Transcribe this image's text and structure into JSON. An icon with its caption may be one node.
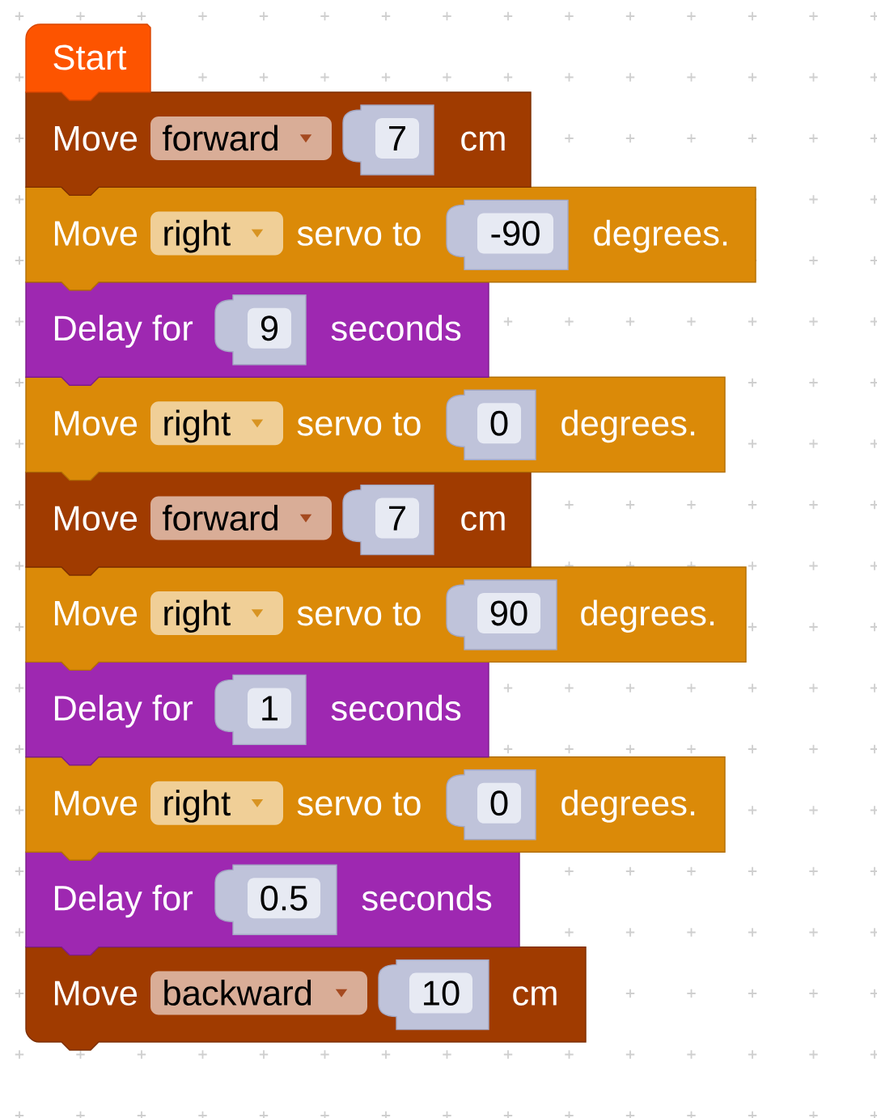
{
  "diagram": {
    "nodes": [
      {
        "text": [
          "Start"
        ]
      },
      {
        "text": [
          "Move",
          "cm"
        ]
      },
      {
        "text": [
          "forward"
        ],
        "in": 1
      },
      {
        "text": [
          "7"
        ],
        "in": 1
      },
      {
        "text": [
          "Move",
          "servo to",
          "degrees."
        ]
      },
      {
        "text": [
          "right"
        ],
        "in": 4
      },
      {
        "text": [
          "-90"
        ],
        "in": 4
      },
      {
        "text": [
          "Delay for",
          "seconds"
        ]
      },
      {
        "text": [
          "9"
        ],
        "in": 7
      },
      {
        "text": [
          "Move",
          "servo to",
          "degrees."
        ]
      },
      {
        "text": [
          "right"
        ],
        "in": 9
      },
      {
        "text": [
          "0"
        ],
        "in": 9
      },
      {
        "text": [
          "Move",
          "cm"
        ]
      },
      {
        "text": [
          "forward"
        ],
        "in": 12
      },
      {
        "text": [
          "7"
        ],
        "in": 12
      },
      {
        "text": [
          "Move",
          "servo to",
          "degrees."
        ]
      },
      {
        "text": [
          "right"
        ],
        "in": 15
      },
      {
        "text": [
          "90"
        ],
        "in": 15
      },
      {
        "text": [
          "Delay for",
          "seconds"
        ]
      },
      {
        "text": [
          "1"
        ],
        "in": 18
      },
      {
        "text": [
          "Move",
          "servo to",
          "degrees."
        ]
      },
      {
        "text": [
          "right"
        ],
        "in": 20
      },
      {
        "text": [
          "0"
        ],
        "in": 20
      },
      {
        "text": [
          "Delay for",
          "seconds"
        ]
      },
      {
        "text": [
          "0.5"
        ],
        "in": 23
      },
      {
        "text": [
          "Move",
          "cm"
        ]
      },
      {
        "text": [
          "backward"
        ],
        "in": 25
      },
      {
        "text": [
          "10"
        ],
        "in": 25
      }
    ]
  }
}
